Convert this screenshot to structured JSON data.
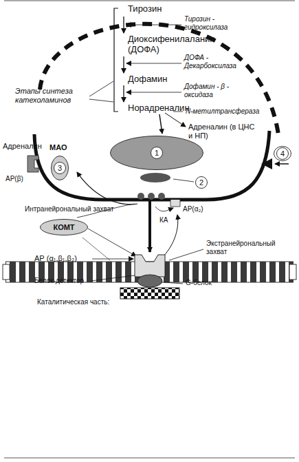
{
  "diagram": {
    "nodes": [
      {
        "text": [
          "1"
        ]
      },
      {
        "text": [
          "МАО",
          "3"
        ]
      },
      {
        "text": [
          "4"
        ]
      },
      {
        "text": [
          "КОМТ"
        ]
      }
    ],
    "labels": [
      "Тирозин",
      "Тирозин - гидроксилаза",
      "Диоксифенилаланин (ДОФА)",
      "ДОФА - Декарбоксилаза",
      "Дофамин",
      "Дофамин - β - оксидаза",
      "Этапы синтеза катехоламинов",
      "Норадреналин",
      "N-метилтрансфераза",
      "Адреналин (в ЦНС и НП)",
      "Адреналин",
      "АР(β)",
      "2",
      "Интранейрональный захват",
      "КА",
      "АР(α₂)",
      "Экстранейрональный захват",
      "АР (α₁,β₁,β₂)",
      "Белок-детектор",
      "G-белок",
      "Каталитическая часть:"
    ]
  }
}
